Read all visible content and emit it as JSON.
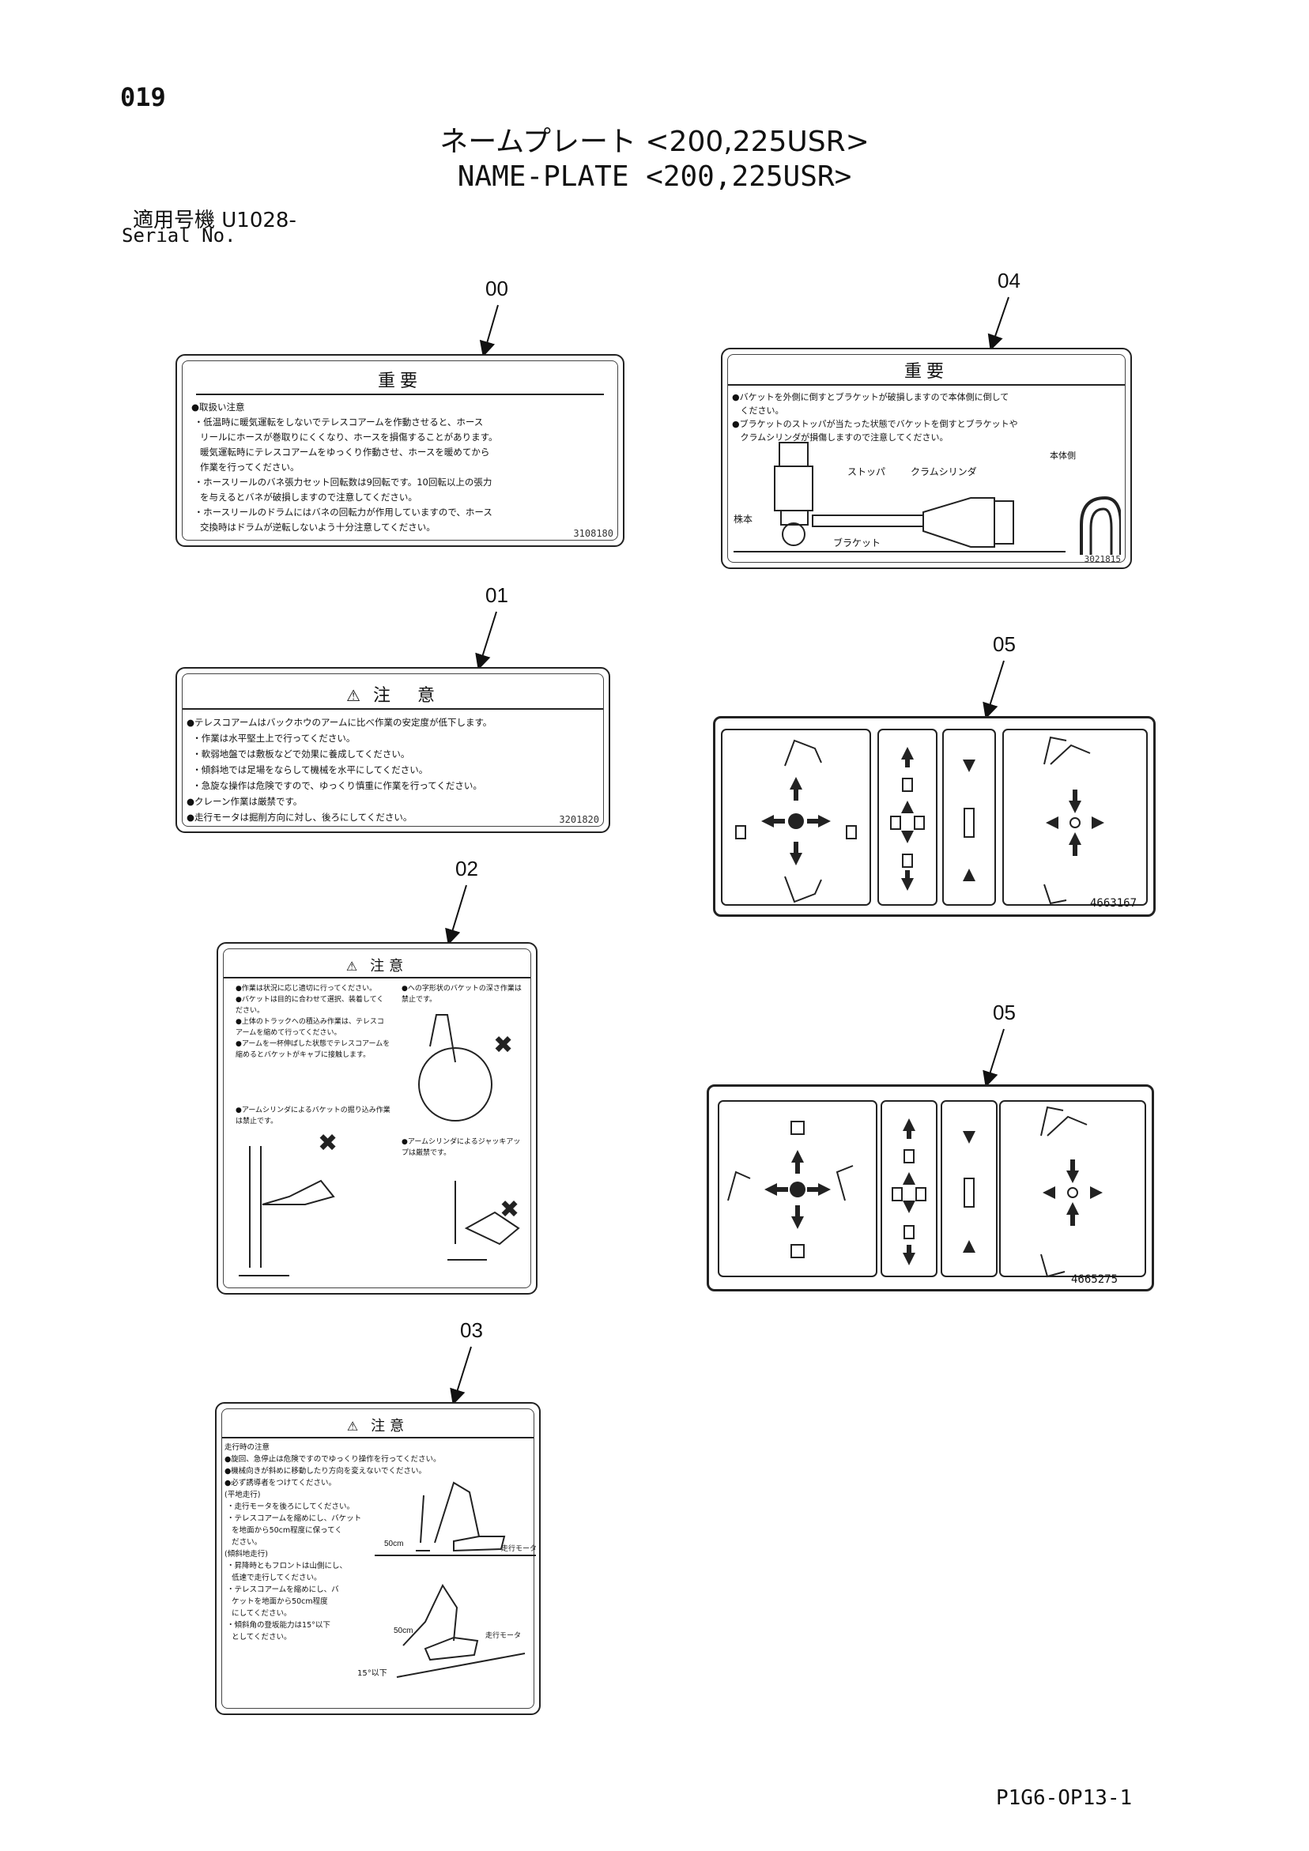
{
  "page": {
    "number": "019",
    "title_jp": "ネームプレート <200,225USR>",
    "title_en": "NAME-PLATE <200,225USR>",
    "serial_jp": "適用号機  U1028-",
    "serial_en": "Serial No.",
    "footer_code": "P1G6-OP13-1"
  },
  "callouts": {
    "c00": "00",
    "c01": "01",
    "c02": "02",
    "c03": "03",
    "c04": "04",
    "c05a": "05",
    "c05b": "05"
  },
  "plates": {
    "p00": {
      "heading": "重要",
      "body": "●取扱い注意\n ・低温時に暖気運転をしないでテレスコアームを作動させると、ホース\n   リールにホースが巻取りにくくなり、ホースを損傷することがあります。\n   暖気運転時にテレスコアームをゆっくり作動させ、ホースを暖めてから\n   作業を行ってください。\n ・ホースリールのバネ張力セット回転数は9回転です。10回転以上の張力\n   を与えるとバネが破損しますので注意してください。\n ・ホースリールのドラムにはバネの回転力が作用していますので、ホース\n   交換時はドラムが逆転しないよう十分注意してください。",
      "code": "3108180"
    },
    "p01": {
      "heading": "注　意",
      "body": "●テレスコアームはバックホウのアームに比べ作業の安定度が低下します。\n  ・作業は水平堅土上で行ってください。\n  ・軟弱地盤では敷板などで効果に養成してください。\n  ・傾斜地では足場をならして機械を水平にしてください。\n  ・急旋な操作は危険ですので、ゆっくり慎重に作業を行ってください。\n●クレーン作業は厳禁です。\n●走行モータは掘削方向に対し、後ろにしてください。",
      "code": "3201820"
    },
    "p02": {
      "heading": "注意",
      "col1": "●作業は状況に応じ適切に行ってください。\n●バケットは目的に合わせて選択、装着してください。\n●上体のトラックへの積込み作業は、テレスコアームを縮めて行ってください。\n●アームを一杯伸ばした状態でテレスコアームを縮めるとバケットがキャブに接触します。",
      "col2": "●アームシリンダによるバケットの掘り込み作業は禁止です。",
      "col3": "●ヘの字形状のバケットの深さ作業は禁止です。",
      "col4": "●アームシリンダによるジャッキアップは厳禁です。"
    },
    "p03": {
      "heading": "注意",
      "body": "走行時の注意\n●旋回、急停止は危険ですのでゆっくり操作を行ってください。\n●機械向きが斜めに移動したり方向を変えないでください。\n●必ず誘導者をつけてください。\n(平地走行)\n ・走行モータを後ろにしてください。\n ・テレスコアームを縮めにし、バケット\n   を地面から50cm程度に保ってく\n   ださい。\n(傾斜地走行)\n ・昇降時ともフロントは山側にし、\n   低速で走行してください。\n ・テレスコアームを縮めにし、バ\n   ケットを地面から50cm程度\n   にしてください。\n ・傾斜角の登坂能力は15°以下\n   としてください。",
      "label_50cm_a": "50cm",
      "label_50cm_b": "50cm",
      "label_motor_a": "走行モータ",
      "label_motor_b": "走行モータ",
      "label_angle": "15°以下"
    },
    "p04": {
      "heading": "重要",
      "body": "●バケットを外側に倒すとブラケットが破損しますので本体側に倒して\n   ください。\n●ブラケットのストッパが当たった状態でバケットを倒すとブラケットや\n   クラムシリンダが損傷しますので注意してください。",
      "label_body": "本体側",
      "label_stopper": "ストッパ",
      "label_clam": "クラムシリンダ",
      "label_pin": "株本",
      "label_bracket": "ブラケット",
      "code": "3021815"
    }
  },
  "pictograms": {
    "a": {
      "code": "4663167"
    },
    "b": {
      "code": "4665275"
    }
  },
  "colors": {
    "ink": "#111111",
    "border": "#222222"
  }
}
